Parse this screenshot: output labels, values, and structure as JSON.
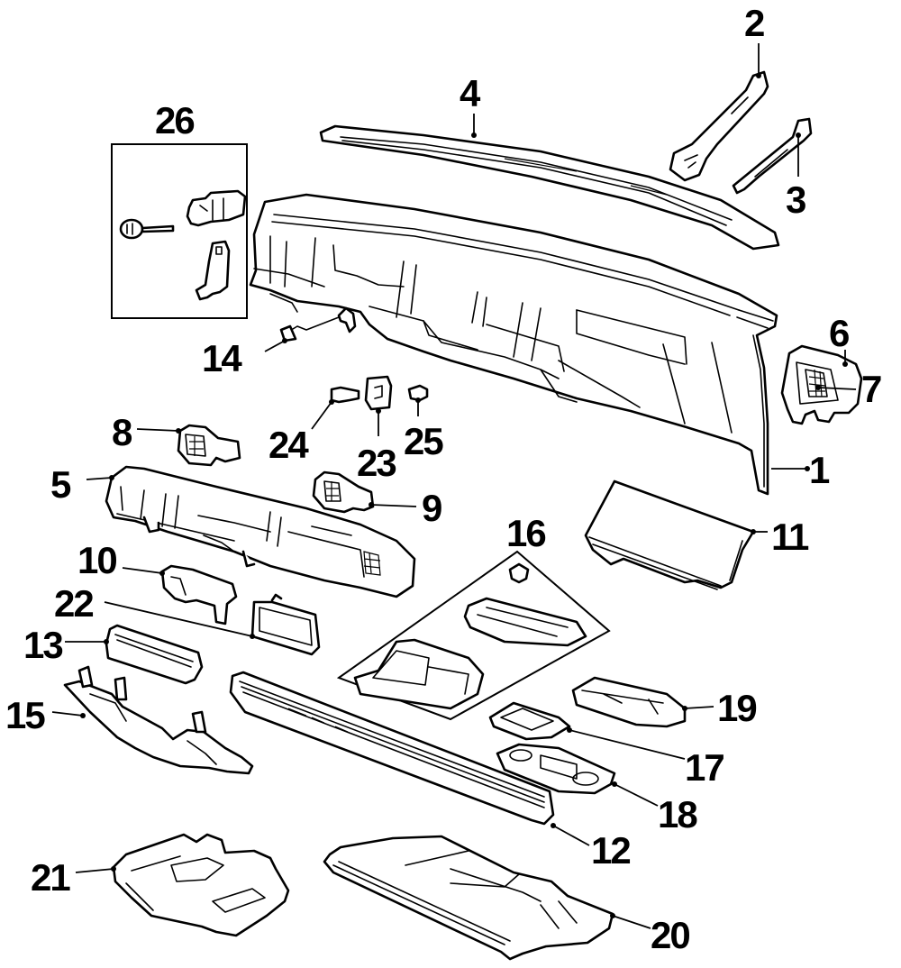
{
  "diagram": {
    "type": "exploded-parts-diagram",
    "subject": "instrument panel / dashboard assembly",
    "line_color": "#000000",
    "background_color": "#ffffff"
  },
  "callouts": [
    {
      "id": "1",
      "label": "1",
      "part": "instrument-panel"
    },
    {
      "id": "2",
      "label": "2",
      "part": "brace-left"
    },
    {
      "id": "3",
      "label": "3",
      "part": "brace-right"
    },
    {
      "id": "4",
      "label": "4",
      "part": "defroster-grille"
    },
    {
      "id": "5",
      "label": "5",
      "part": "cluster-bezel"
    },
    {
      "id": "6",
      "label": "6",
      "part": "side-vent-housing"
    },
    {
      "id": "7",
      "label": "7",
      "part": "side-vent-louver"
    },
    {
      "id": "8",
      "label": "8",
      "part": "left-air-vent"
    },
    {
      "id": "9",
      "label": "9",
      "part": "center-air-vent"
    },
    {
      "id": "10",
      "label": "10",
      "part": "steering-column-trim"
    },
    {
      "id": "11",
      "label": "11",
      "part": "glove-box-door"
    },
    {
      "id": "12",
      "label": "12",
      "part": "lower-trim-panel"
    },
    {
      "id": "13",
      "label": "13",
      "part": "knee-bolster-trim"
    },
    {
      "id": "14",
      "label": "14",
      "part": "mounting-bracket"
    },
    {
      "id": "15",
      "label": "15",
      "part": "knee-bolster"
    },
    {
      "id": "16",
      "label": "16",
      "part": "ash-tray-kit"
    },
    {
      "id": "17",
      "label": "17",
      "part": "ash-tray-receptacle"
    },
    {
      "id": "18",
      "label": "18",
      "part": "cup-holder"
    },
    {
      "id": "19",
      "label": "19",
      "part": "storage-compartment"
    },
    {
      "id": "20",
      "label": "20",
      "part": "lower-panel-right"
    },
    {
      "id": "21",
      "label": "21",
      "part": "lower-panel-left"
    },
    {
      "id": "22",
      "label": "22",
      "part": "switch-bezel"
    },
    {
      "id": "23",
      "label": "23",
      "part": "switch"
    },
    {
      "id": "24",
      "label": "24",
      "part": "bulb-socket"
    },
    {
      "id": "25",
      "label": "25",
      "part": "bulb"
    },
    {
      "id": "26",
      "label": "26",
      "part": "ignition-lock-kit"
    }
  ]
}
